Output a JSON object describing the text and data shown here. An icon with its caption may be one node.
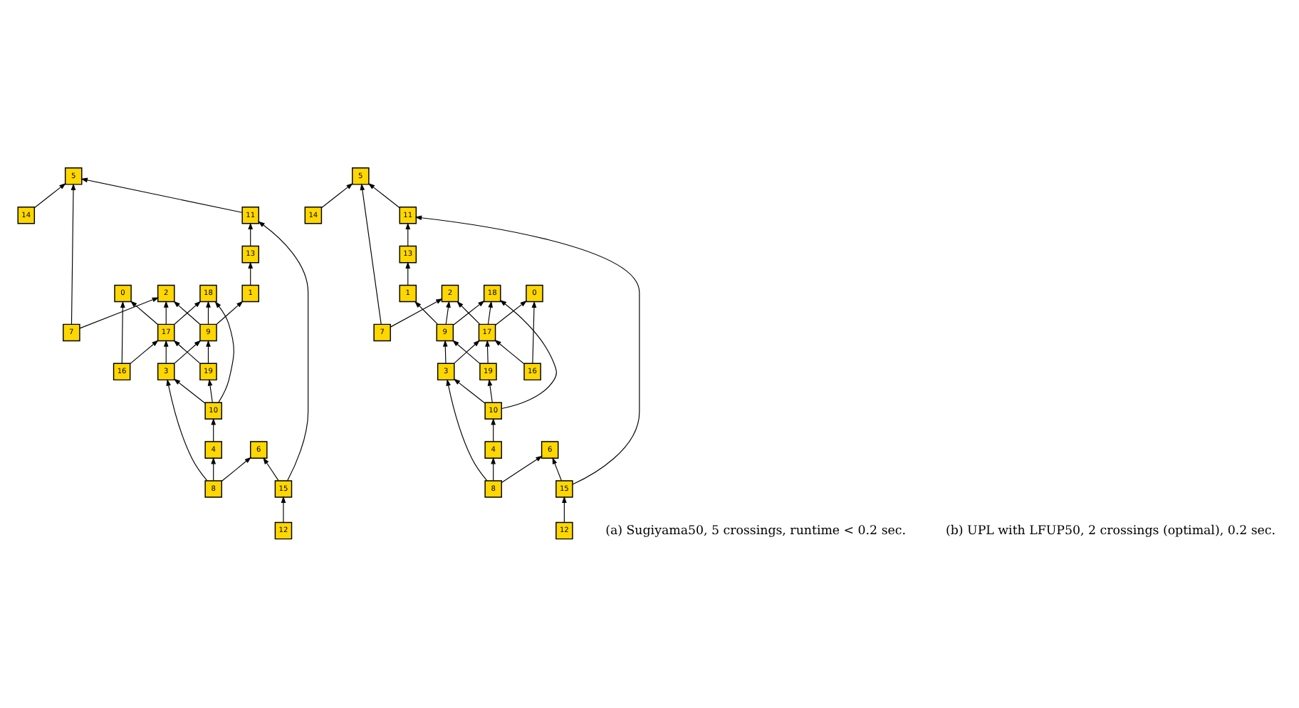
{
  "diagram": {
    "nodes": [
      {
        "text": [
          "5"
        ]
      },
      {
        "text": [
          "14"
        ]
      },
      {
        "text": [
          "11"
        ]
      },
      {
        "text": [
          "13"
        ]
      },
      {
        "text": [
          "0"
        ]
      },
      {
        "text": [
          "2"
        ]
      },
      {
        "text": [
          "18"
        ]
      },
      {
        "text": [
          "1"
        ]
      },
      {
        "text": [
          "7"
        ]
      },
      {
        "text": [
          "17"
        ]
      },
      {
        "text": [
          "9"
        ]
      },
      {
        "text": [
          "16"
        ]
      },
      {
        "text": [
          "3"
        ]
      },
      {
        "text": [
          "19"
        ]
      },
      {
        "text": [
          "10"
        ]
      },
      {
        "text": [
          "4"
        ]
      },
      {
        "text": [
          "6"
        ]
      },
      {
        "text": [
          "8"
        ]
      },
      {
        "text": [
          "15"
        ]
      },
      {
        "text": [
          "12"
        ]
      },
      {
        "text": [
          "5"
        ]
      },
      {
        "text": [
          "14"
        ]
      },
      {
        "text": [
          "11"
        ]
      },
      {
        "text": [
          "2"
        ]
      },
      {
        "text": [
          "13"
        ]
      },
      {
        "text": [
          "18"
        ]
      },
      {
        "text": [
          "7"
        ]
      },
      {
        "text": [
          "1"
        ]
      },
      {
        "text": [
          "0"
        ]
      },
      {
        "text": [
          "9"
        ]
      },
      {
        "text": [
          "17"
        ]
      },
      {
        "text": [
          "19"
        ]
      },
      {
        "text": [
          "16"
        ]
      },
      {
        "text": [
          "3"
        ]
      },
      {
        "text": [
          "10"
        ]
      },
      {
        "text": [
          "6"
        ]
      },
      {
        "text": [
          "4"
        ]
      },
      {
        "text": [
          "15"
        ]
      },
      {
        "text": [
          "8"
        ]
      },
      {
        "text": [
          "12"
        ]
      }
    ],
    "edges": [
      {
        "from": 1,
        "to": 0,
        "arrow": "to"
      },
      {
        "from": 8,
        "to": 0,
        "arrow": "to"
      },
      {
        "from": 2,
        "to": 0,
        "arrow": "to"
      },
      {
        "from": 3,
        "to": 2,
        "arrow": "to"
      },
      {
        "from": 18,
        "to": 2,
        "arrow": "to"
      },
      {
        "from": 7,
        "to": 3,
        "arrow": "to"
      },
      {
        "from": 11,
        "to": 4,
        "arrow": "to"
      },
      {
        "from": 9,
        "to": 4,
        "arrow": "to"
      },
      {
        "from": 8,
        "to": 5,
        "arrow": "to"
      },
      {
        "from": 9,
        "to": 5,
        "arrow": "to"
      },
      {
        "from": 10,
        "to": 5,
        "arrow": "to"
      },
      {
        "from": 9,
        "to": 6,
        "arrow": "to"
      },
      {
        "from": 10,
        "to": 6,
        "arrow": "to"
      },
      {
        "from": 14,
        "to": 6,
        "arrow": "to"
      },
      {
        "from": 10,
        "to": 7,
        "arrow": "to"
      },
      {
        "from": 11,
        "to": 9,
        "arrow": "to"
      },
      {
        "from": 12,
        "to": 9,
        "arrow": "to"
      },
      {
        "from": 13,
        "to": 9,
        "arrow": "to"
      },
      {
        "from": 12,
        "to": 10,
        "arrow": "to"
      },
      {
        "from": 13,
        "to": 10,
        "arrow": "to"
      },
      {
        "from": 14,
        "to": 12,
        "arrow": "to"
      },
      {
        "from": 14,
        "to": 13,
        "arrow": "to"
      },
      {
        "from": 17,
        "to": 12,
        "arrow": "to"
      },
      {
        "from": 15,
        "to": 14,
        "arrow": "to"
      },
      {
        "from": 17,
        "to": 15,
        "arrow": "to"
      },
      {
        "from": 17,
        "to": 16,
        "arrow": "to"
      },
      {
        "from": 18,
        "to": 16,
        "arrow": "to"
      },
      {
        "from": 19,
        "to": 18,
        "arrow": "to"
      },
      {
        "from": 21,
        "to": 20,
        "arrow": "to"
      },
      {
        "from": 26,
        "to": 20,
        "arrow": "to"
      },
      {
        "from": 22,
        "to": 20,
        "arrow": "to"
      },
      {
        "from": 24,
        "to": 22,
        "arrow": "to"
      },
      {
        "from": 37,
        "to": 22,
        "arrow": "to"
      },
      {
        "from": 27,
        "to": 24,
        "arrow": "to"
      },
      {
        "from": 32,
        "to": 28,
        "arrow": "to"
      },
      {
        "from": 30,
        "to": 28,
        "arrow": "to"
      },
      {
        "from": 26,
        "to": 23,
        "arrow": "to"
      },
      {
        "from": 30,
        "to": 23,
        "arrow": "to"
      },
      {
        "from": 29,
        "to": 23,
        "arrow": "to"
      },
      {
        "from": 30,
        "to": 25,
        "arrow": "to"
      },
      {
        "from": 29,
        "to": 25,
        "arrow": "to"
      },
      {
        "from": 34,
        "to": 25,
        "arrow": "to"
      },
      {
        "from": 29,
        "to": 27,
        "arrow": "to"
      },
      {
        "from": 32,
        "to": 30,
        "arrow": "to"
      },
      {
        "from": 33,
        "to": 30,
        "arrow": "to"
      },
      {
        "from": 31,
        "to": 30,
        "arrow": "to"
      },
      {
        "from": 33,
        "to": 29,
        "arrow": "to"
      },
      {
        "from": 31,
        "to": 29,
        "arrow": "to"
      },
      {
        "from": 34,
        "to": 33,
        "arrow": "to"
      },
      {
        "from": 34,
        "to": 31,
        "arrow": "to"
      },
      {
        "from": 38,
        "to": 33,
        "arrow": "to"
      },
      {
        "from": 36,
        "to": 34,
        "arrow": "to"
      },
      {
        "from": 38,
        "to": 36,
        "arrow": "to"
      },
      {
        "from": 38,
        "to": 35,
        "arrow": "to"
      },
      {
        "from": 37,
        "to": 35,
        "arrow": "to"
      },
      {
        "from": 39,
        "to": 37,
        "arrow": "to"
      }
    ],
    "labels": [
      "(a) Sugiyama50, 5 crossings, runtime < 0.2 sec.",
      "(b) UPL with LFUP50, 2 crossings (optimal), 0.2 sec."
    ]
  }
}
